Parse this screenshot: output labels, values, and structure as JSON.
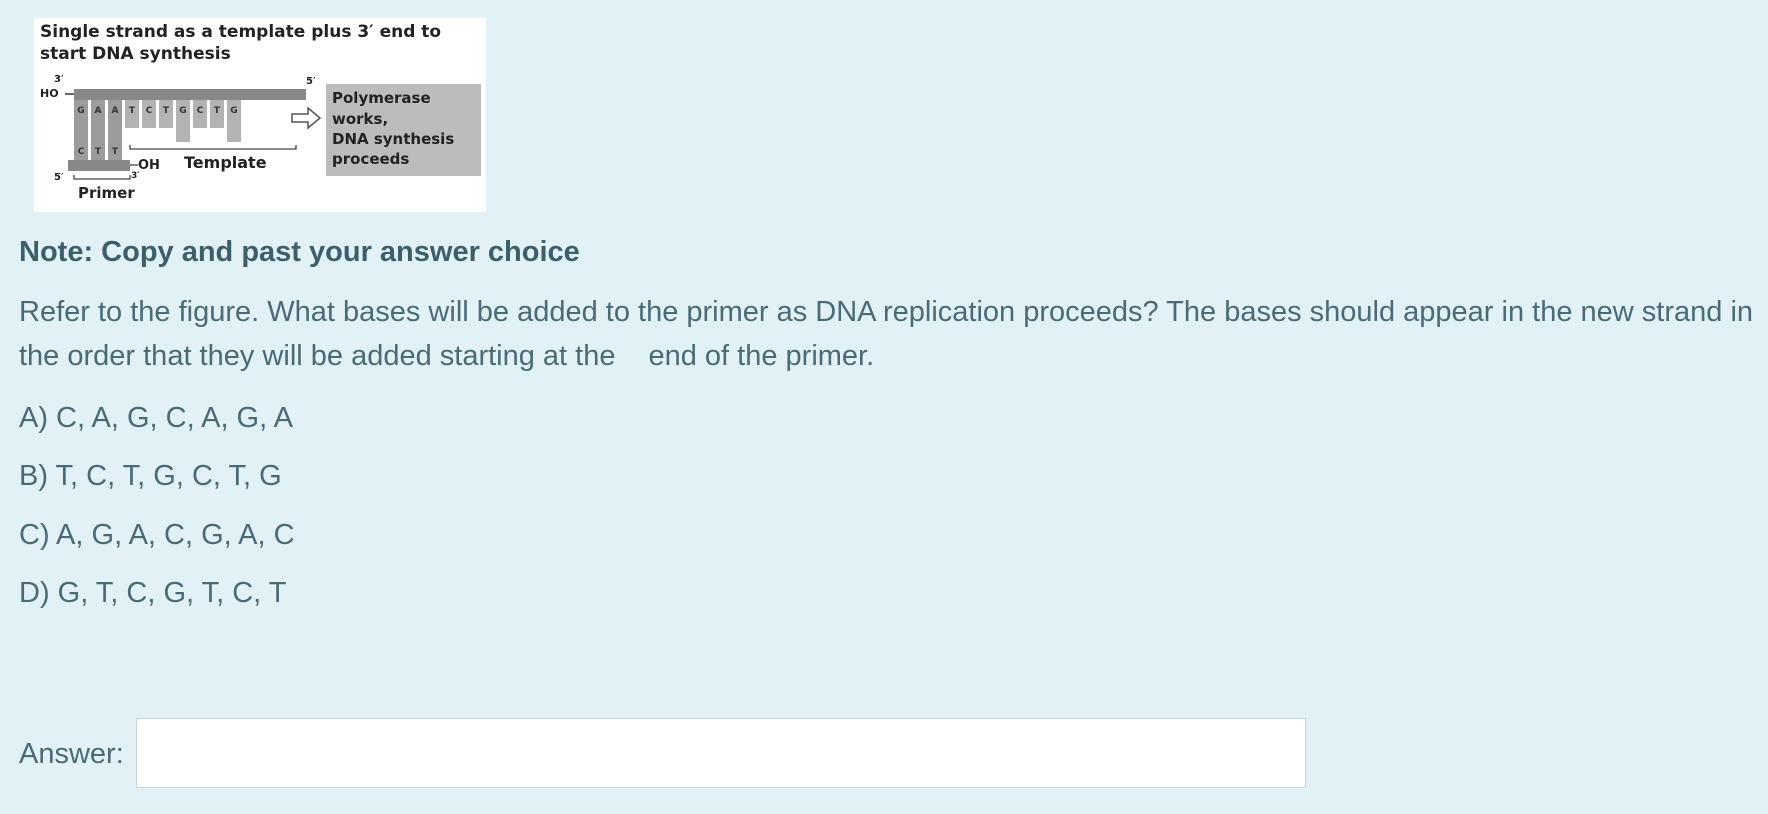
{
  "figure": {
    "title_line1": "Single strand as a template plus 3′ end to",
    "title_line2": "start DNA synthesis",
    "label_3prime_top": "3′",
    "label_ho": "HO",
    "label_5prime_top": "5′",
    "template_bases": [
      "G",
      "A",
      "A",
      "T",
      "C",
      "T",
      "G",
      "C",
      "T",
      "G"
    ],
    "primer_bases": [
      "C",
      "T",
      "T"
    ],
    "label_5prime_bottom": "5′",
    "label_3prime_bottom": "3′",
    "label_oh": "OH",
    "label_template": "Template",
    "label_primer": "Primer",
    "box_line1": "Polymerase",
    "box_line2": "works,",
    "box_line3": "DNA synthesis",
    "box_line4": "proceeds"
  },
  "note": "Note: Copy and past your answer choice",
  "question": {
    "part1": "Refer to the figure. What bases will be added to the primer as DNA replication proceeds? The bases should appear in the new strand in the order that they will be added starting at the",
    "part2": "end of the primer."
  },
  "options": [
    "A) C, A, G, C, A, G, A",
    "B) T, C, T, G, C, T, G",
    "C) A, G, A, C, G, A, C",
    "D) G, T, C, G, T, C, T"
  ],
  "answer": {
    "label": "Answer:",
    "value": "",
    "placeholder": ""
  }
}
